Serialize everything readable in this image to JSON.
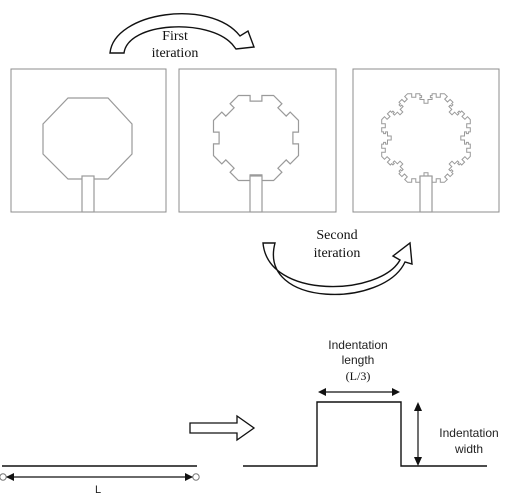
{
  "iterations": {
    "first_line1": "First",
    "first_line2": "iteration",
    "second_line1": "Second",
    "second_line2": "iteration"
  },
  "indentation": {
    "length_line1": "Indentation",
    "length_line2": "length",
    "length_line3": "(L/3)",
    "width_line1": "Indentation",
    "width_line2": "width"
  },
  "segment_label": "L",
  "colors": {
    "stroke": "#111111",
    "antenna_stroke": "#9a9a9a",
    "panel_border": "#8c8c8c",
    "arrow_fill": "#ffffff"
  }
}
